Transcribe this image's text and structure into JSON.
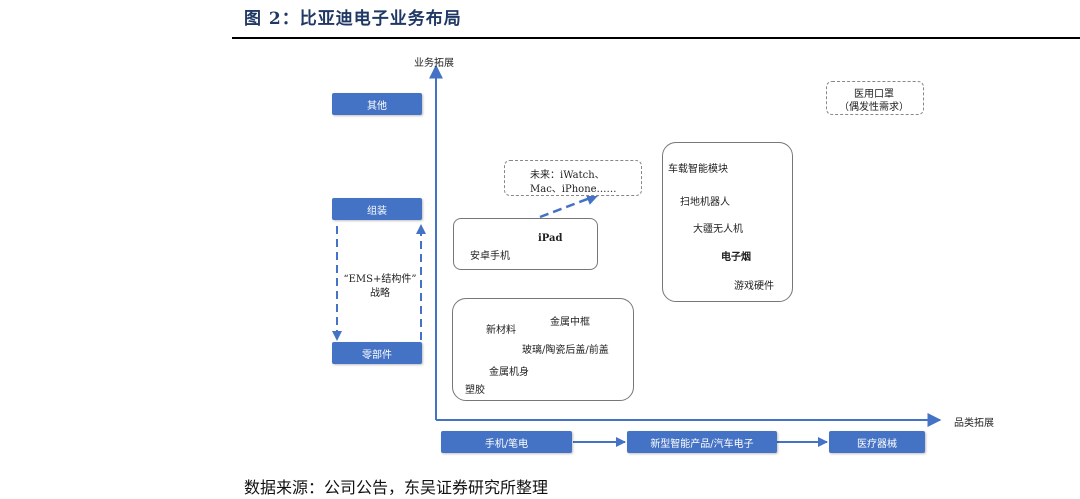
{
  "header": {
    "title": "图 2：比亚迪电子业务布局"
  },
  "footer": {
    "source": "数据来源：公司公告，东吴证券研究所整理"
  },
  "axes": {
    "y_label": "业务拓展",
    "x_label": "品类拓展"
  },
  "left_column": {
    "other": "其他",
    "assembly": "组装",
    "strategy_line1": "“EMS+结构件”",
    "strategy_line2": "战略",
    "components": "零部件"
  },
  "bottom_row": {
    "phone": "手机/笔电",
    "new_smart": "新型智能产品/汽车电子",
    "medical": "医疗器械"
  },
  "future_box": {
    "line1": "未来：iWatch、",
    "line2": "Mac、iPhone……"
  },
  "assembly_box": {
    "ipad": "iPad",
    "android": "安卓手机"
  },
  "materials_box": {
    "frame": "金属中框",
    "new_material": "新材料",
    "glass": "玻璃/陶瓷后盖/前盖",
    "body": "金属机身",
    "plastic": "塑胶"
  },
  "smart_box": {
    "car": "车载智能模块",
    "robot": "扫地机器人",
    "drone": "大疆无人机",
    "ecig": "电子烟",
    "game": "游戏硬件"
  },
  "mask_box": {
    "line1": "医用口罩",
    "line2": "（偶发性需求）"
  }
}
